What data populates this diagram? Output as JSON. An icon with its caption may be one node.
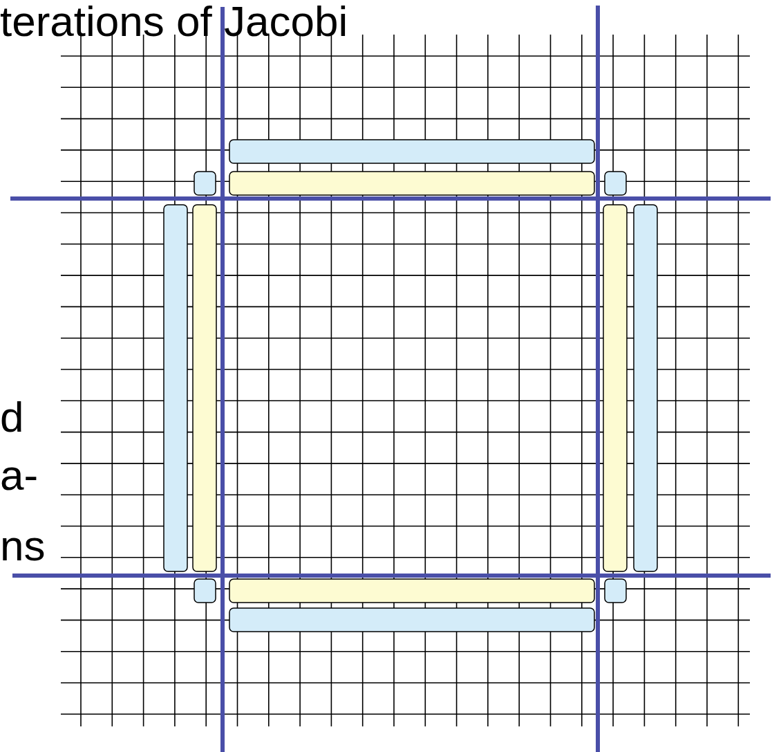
{
  "diagram": {
    "labels": [
      "terations of Jacobi",
      "d",
      "a-",
      "ns"
    ]
  }
}
